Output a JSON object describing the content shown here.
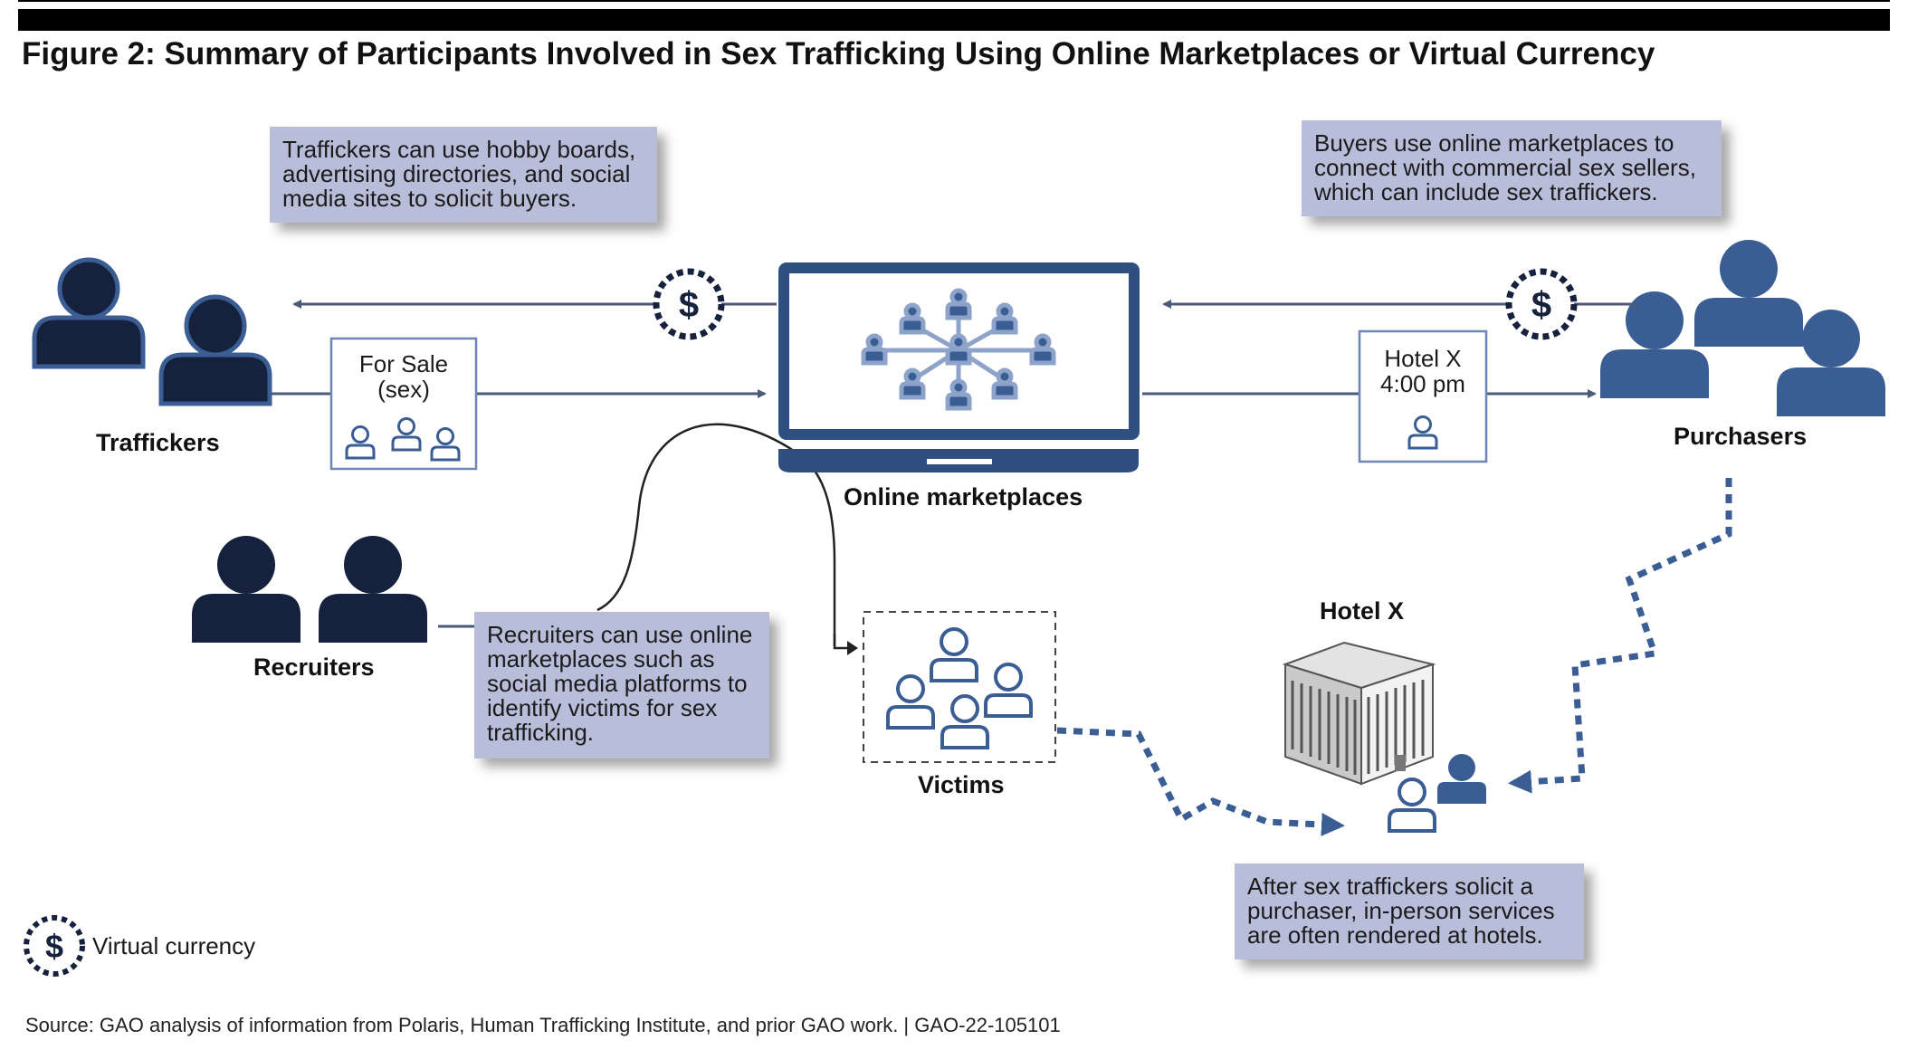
{
  "figure": {
    "title": "Figure 2: Summary of Participants Involved in Sex Trafficking Using Online Marketplaces or Virtual Currency",
    "source": "Source: GAO analysis of information from Polaris, Human Trafficking Institute, and prior GAO work.  |  GAO-22-105101"
  },
  "callouts": {
    "traffickers": "Traffickers can use hobby boards, advertising directories, and social media sites to solicit buyers.",
    "buyers": "Buyers use online marketplaces to connect with commercial sex sellers, which can include sex traffickers.",
    "recruiters": "Recruiters can use online marketplaces such as social media platforms to identify victims for sex trafficking.",
    "hotels": "After sex traffickers solicit a purchaser, in-person services are often rendered at hotels."
  },
  "nodes": {
    "traffickers": "Traffickers",
    "recruiters": "Recruiters",
    "purchasers": "Purchasers",
    "marketplaces": "Online marketplaces",
    "victims": "Victims",
    "hotel": "Hotel X"
  },
  "cards": {
    "for_sale": "For Sale\n(sex)",
    "hotel_booking": "Hotel X\n4:00 pm"
  },
  "legend": {
    "virtual_currency": "Virtual currency",
    "symbol": "$"
  },
  "colors": {
    "navy": "#16213e",
    "blue": "#3a5d93",
    "callout_bg": "#b8bdda",
    "line": "#4a5a78"
  }
}
